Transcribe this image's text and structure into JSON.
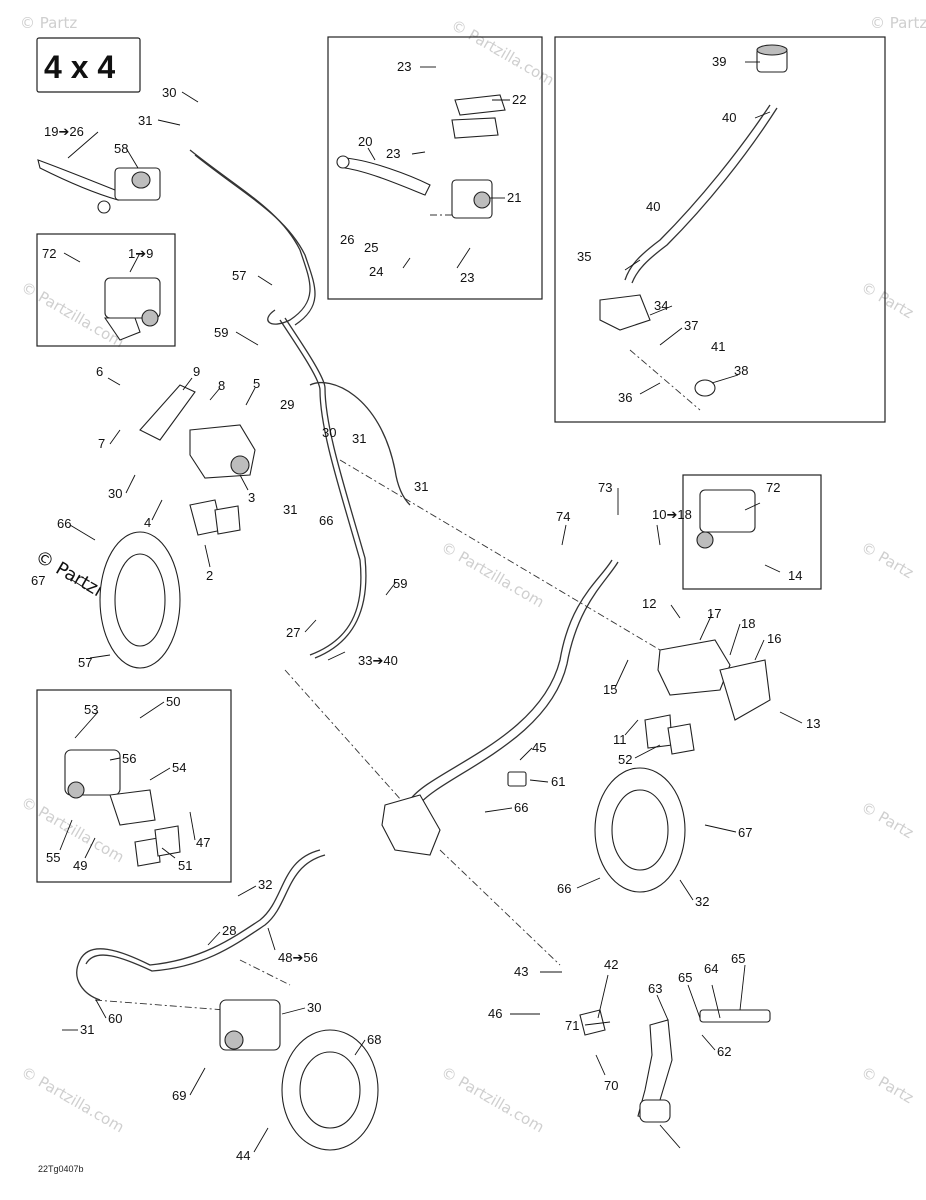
{
  "diagram": {
    "title_badge": "4 x 4",
    "footer_code": "22Tg0407b",
    "watermark": "© Partzilla.com",
    "watermark_corner": "© Partz",
    "callouts": [
      "30",
      "31",
      "19➔26",
      "58",
      "72",
      "1➔9",
      "57",
      "59",
      "23",
      "22",
      "20",
      "23",
      "21",
      "26",
      "25",
      "24",
      "23",
      "39",
      "40",
      "40",
      "35",
      "34",
      "37",
      "41",
      "36",
      "38",
      "6",
      "9",
      "8",
      "5",
      "7",
      "30",
      "4",
      "3",
      "2",
      "29",
      "30",
      "31",
      "31",
      "31",
      "66",
      "66",
      "67",
      "57",
      "59",
      "27",
      "33➔40",
      "73",
      "74",
      "10➔18",
      "72",
      "14",
      "12",
      "17",
      "18",
      "16",
      "15",
      "13",
      "11",
      "52",
      "53",
      "50",
      "56",
      "54",
      "55",
      "49",
      "51",
      "47",
      "45",
      "61",
      "66",
      "67",
      "66",
      "32",
      "32",
      "28",
      "48➔56",
      "30",
      "31",
      "60",
      "69",
      "68",
      "44",
      "43",
      "42",
      "46",
      "71",
      "70",
      "65",
      "63",
      "65",
      "64",
      "62"
    ]
  }
}
